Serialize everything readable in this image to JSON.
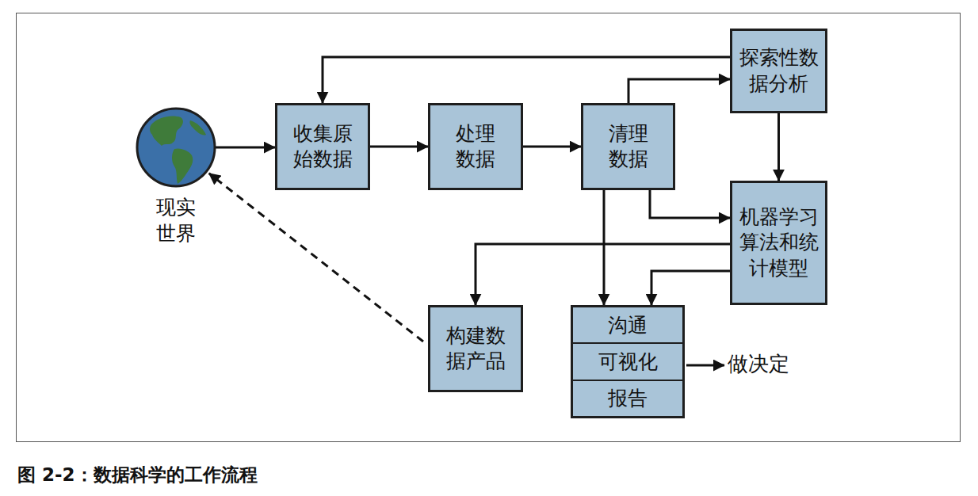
{
  "diagram": {
    "caption": "图 2-2：数据科学的工作流程",
    "nodes": [
      {
        "text": [
          "现实世界"
        ]
      },
      {
        "text": [
          "收集原始数据"
        ]
      },
      {
        "text": [
          "处理数据"
        ]
      },
      {
        "text": [
          "清理数据"
        ]
      },
      {
        "text": [
          "探索性数据分析"
        ]
      },
      {
        "text": [
          "机器学习算法和统计模型"
        ]
      },
      {
        "text": [
          "构建数据产品"
        ]
      },
      {
        "text": [
          "沟通",
          "可视化",
          "报告"
        ]
      }
    ],
    "edges": [
      {
        "from": 0,
        "to": 1,
        "arrow": "to"
      },
      {
        "from": 1,
        "to": 2,
        "arrow": "to"
      },
      {
        "from": 2,
        "to": 3,
        "arrow": "to"
      },
      {
        "from": 3,
        "to": 4,
        "arrow": "to"
      },
      {
        "from": 4,
        "to": 1,
        "arrow": "to"
      },
      {
        "from": 4,
        "to": 5,
        "arrow": "to"
      },
      {
        "from": 3,
        "to": 5,
        "arrow": "to"
      },
      {
        "from": 3,
        "to": 7,
        "arrow": "to"
      },
      {
        "from": 5,
        "to": 6,
        "arrow": "to"
      },
      {
        "from": 5,
        "to": 7,
        "arrow": "to"
      },
      {
        "from": 6,
        "to": 0,
        "arrow": "to"
      }
    ],
    "labels": [
      "做决定"
    ]
  }
}
